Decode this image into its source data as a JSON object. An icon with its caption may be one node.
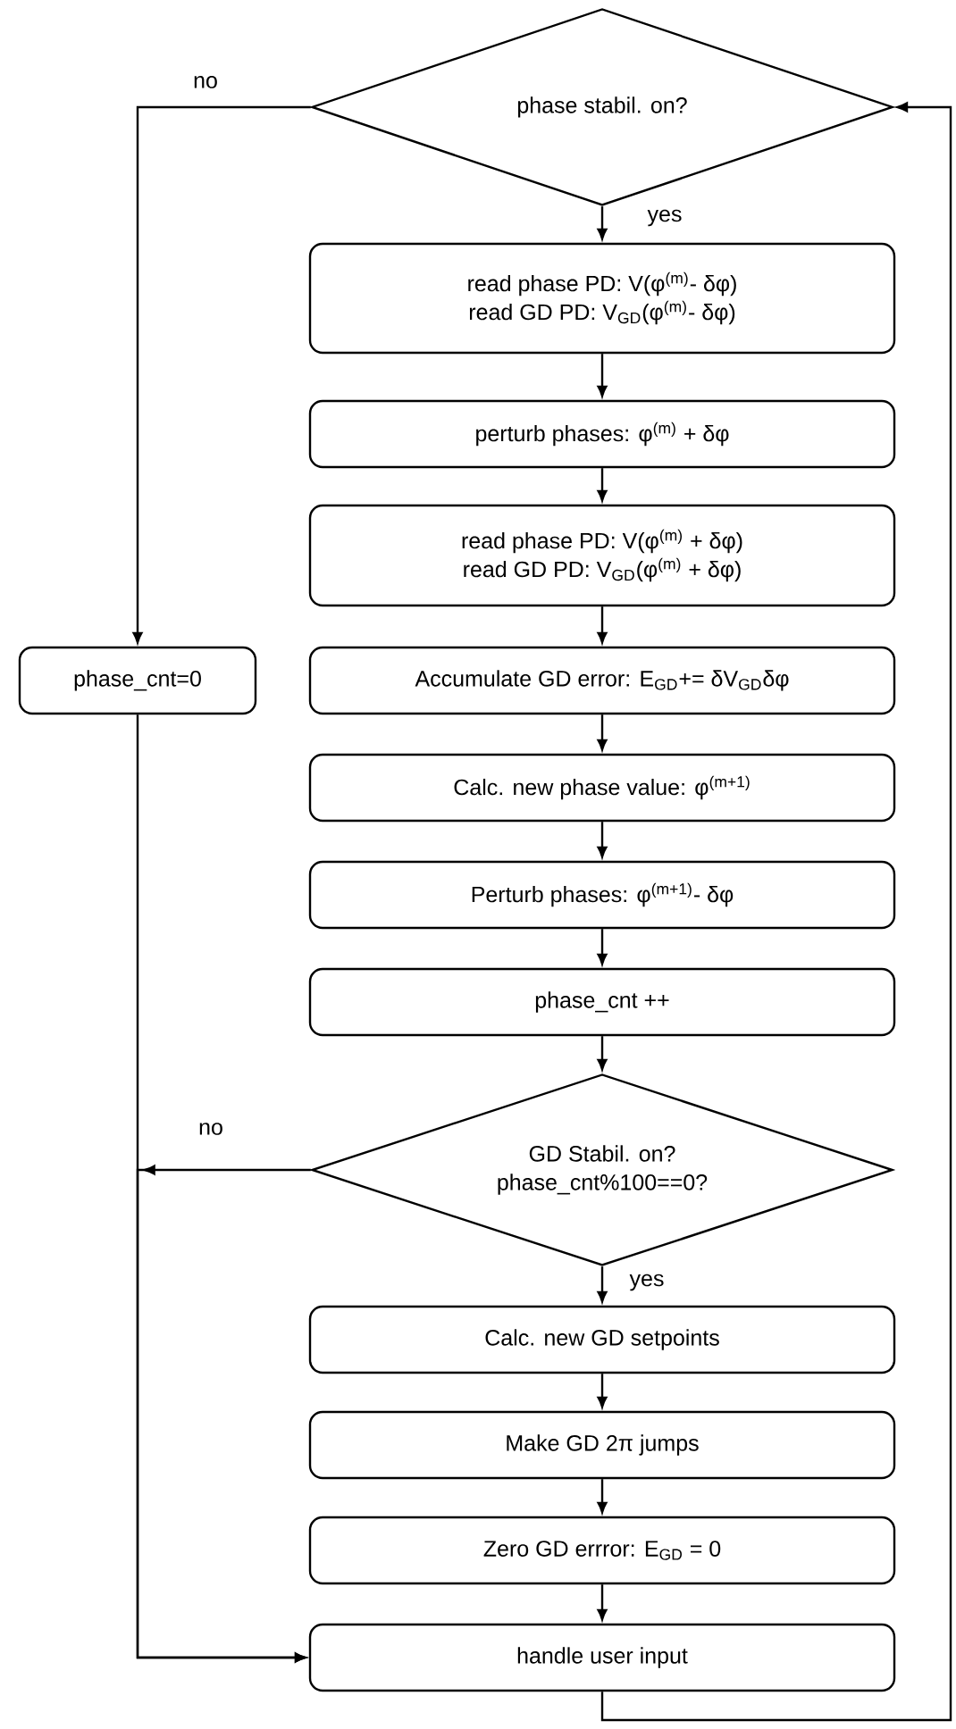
{
  "diagram": {
    "nodes": [
      {
        "text": [
          "phase stabil. on?"
        ]
      },
      {
        "text": [
          "read phase PD: V(φ$^{(m)}$- δφ)",
          "read GD PD: V$_{GD}$(φ$^{(m)}$- δφ)"
        ]
      },
      {
        "text": [
          "perturb phases: φ$^{(m)}$ + δφ"
        ]
      },
      {
        "text": [
          "read phase PD: V(φ$^{(m)}$ + δφ)",
          "read GD PD: V$_{GD}$(φ$^{(m)}$ + δφ)"
        ]
      },
      {
        "text": [
          "Accumulate GD error: E$_{GD}$+= δV$_{GD}$δφ"
        ]
      },
      {
        "text": [
          "Calc. new phase value: φ$^{(m+1)}$"
        ]
      },
      {
        "text": [
          "Perturb phases: φ$^{(m+1)}$- δφ"
        ]
      },
      {
        "text": [
          "phase_cnt ++"
        ]
      },
      {
        "text": [
          "GD Stabil. on?",
          "phase_cnt%100==0?"
        ]
      },
      {
        "text": [
          "Calc. new GD setpoints"
        ]
      },
      {
        "text": [
          "Make GD 2π jumps"
        ]
      },
      {
        "text": [
          "Zero GD errror: E$_{GD}$ = 0"
        ]
      },
      {
        "text": [
          "handle user input"
        ]
      },
      {
        "text": [
          "phase_cnt=0"
        ]
      }
    ],
    "edges": [
      {
        "from": 0,
        "to": 1,
        "arrow": "to",
        "label": "yes"
      },
      {
        "from": 1,
        "to": 2,
        "arrow": "to"
      },
      {
        "from": 2,
        "to": 3,
        "arrow": "to"
      },
      {
        "from": 3,
        "to": 4,
        "arrow": "to"
      },
      {
        "from": 4,
        "to": 5,
        "arrow": "to"
      },
      {
        "from": 5,
        "to": 6,
        "arrow": "to"
      },
      {
        "from": 6,
        "to": 7,
        "arrow": "to"
      },
      {
        "from": 7,
        "to": 8,
        "arrow": "to"
      },
      {
        "from": 8,
        "to": 9,
        "arrow": "to",
        "label": "yes"
      },
      {
        "from": 9,
        "to": 10,
        "arrow": "to"
      },
      {
        "from": 10,
        "to": 11,
        "arrow": "to"
      },
      {
        "from": 11,
        "to": 12,
        "arrow": "to"
      },
      {
        "from": 0,
        "to": 13,
        "arrow": "to",
        "label": "no"
      },
      {
        "from": 13,
        "to": 12,
        "arrow": "to"
      },
      {
        "from": 8,
        "to": 12,
        "arrow": "to",
        "label": "no"
      },
      {
        "from": 12,
        "to": 0,
        "arrow": "to"
      }
    ]
  }
}
